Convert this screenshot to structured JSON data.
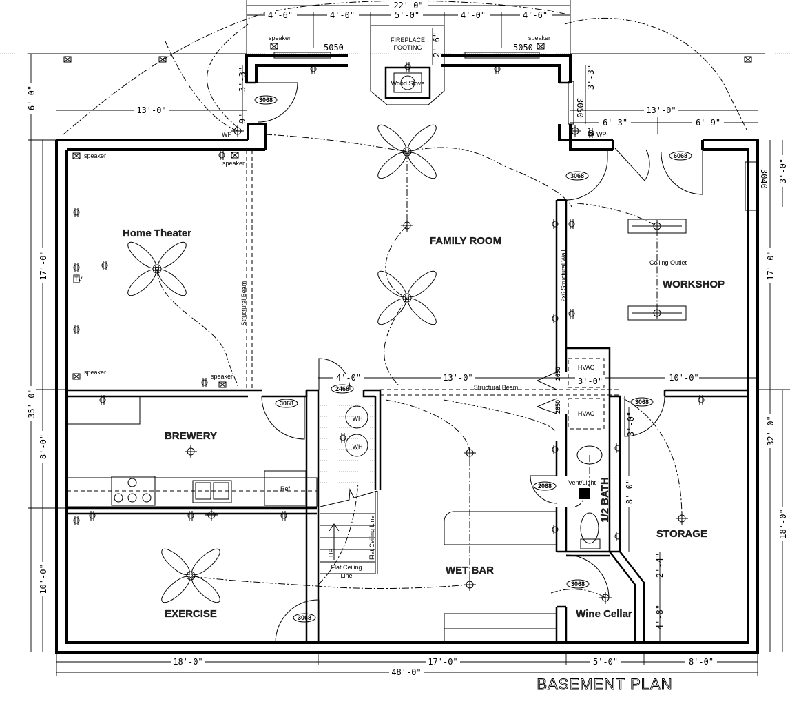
{
  "title": "BASEMENT PLAN",
  "rooms": {
    "home_theater": "Home Theater",
    "family_room": "FAMILY ROOM",
    "workshop": "WORKSHOP",
    "brewery": "BREWERY",
    "exercise": "EXERCISE",
    "wet_bar": "WET BAR",
    "storage": "STORAGE",
    "half_bath": "1/2 BATH",
    "wine_cellar": "Wine Cellar"
  },
  "labels": {
    "fireplace_1": "FIREPLACE",
    "fireplace_2": "FOOTING",
    "wood_stove": "Wood Stove",
    "structural_beam_v": "Structural Beam",
    "structural_beam_h": "Structural Beam",
    "structural_wall": "2x6 Structural Wall",
    "ceiling_outlet": "Ceiling Outlet",
    "hvac": "HVAC",
    "wh": "WH",
    "ref": "Ref",
    "vent_light": "Vent/Light",
    "up": "UP",
    "flat_ceiling_line": "Flat Ceiling Line",
    "flat_ceiling_1": "Flat Ceiling",
    "flat_ceiling_2": "Line",
    "speaker": "speaker",
    "wp": "WP",
    "tv": "TV"
  },
  "windows": {
    "w5050": "5050",
    "w3050": "3050",
    "w3040": "3040"
  },
  "doors": {
    "d3068": "3068",
    "d6068": "6068",
    "d2468": "2468",
    "d2650": "2650",
    "d2068": "2068"
  },
  "dimensions": {
    "top_total": "22'-0\"",
    "top_a": "4'-6\"",
    "top_b": "4'-0\"",
    "top_c": "5'-0\"",
    "top_d": "4'-0\"",
    "top_e": "4'-6\"",
    "fireplace_depth": "2'-6\"",
    "left_upper": "13'-0\"",
    "right_upper": "13'-0\"",
    "right_a": "6'-3\"",
    "right_b": "6'-9\"",
    "bump_left": "3'-3\"",
    "bump_right": "3'-3\"",
    "nine_l": "9\"",
    "nine_r": "9\"",
    "left_6": "6'-0\"",
    "left_17": "17'-0\"",
    "left_35": "35'-0\"",
    "left_8": "8'-0\"",
    "left_10": "10'-0\"",
    "right_3": "3'-0\"",
    "right_17": "17'-0\"",
    "right_32": "32'-0\"",
    "right_18": "18'-0\"",
    "mid_4": "4'-0\"",
    "mid_13": "13'-0\"",
    "mid_3": "3'-0\"",
    "mid_10": "10'-0\"",
    "stor_3": "3'-0\"",
    "stor_8": "8'-0\"",
    "cellar_24": "2'-4\"",
    "cellar_48": "4'-8\"",
    "bot_18": "18'-0\"",
    "bot_17": "17'-0\"",
    "bot_5": "5'-0\"",
    "bot_8": "8'-0\"",
    "bot_total": "48'-0\""
  }
}
